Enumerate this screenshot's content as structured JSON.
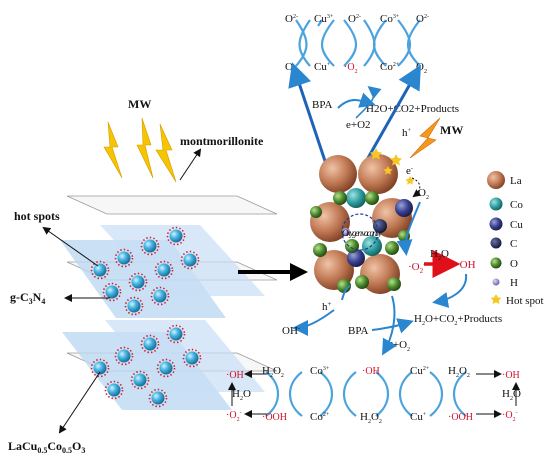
{
  "left": {
    "mw": "MW",
    "montmorillonite": "montmorillonite",
    "hot_spots": "hot spots",
    "gcn_main": "g-C",
    "gcn_sub": "3",
    "gcn_rest": "N",
    "gcn_sub2": "4",
    "lco_parts": [
      "LaCu",
      "0.5",
      "Co",
      "0.5",
      "O",
      "3"
    ]
  },
  "top_chain": {
    "top_labels": [
      "O",
      "Cu",
      "O",
      "Co",
      "O"
    ],
    "top_sups": [
      "2-",
      "3+",
      "2-",
      "3+",
      "2-"
    ],
    "bottom_labels": [
      "O",
      "Cu",
      "·O",
      "Co",
      "O"
    ],
    "bottom_subs": [
      "2",
      "+",
      "2",
      "2+",
      "2"
    ],
    "bpa": "BPA",
    "products": "H2O+CO2+Products",
    "e_o2": "e+O2"
  },
  "center": {
    "h_plus": "h+",
    "mw": "MW",
    "e_minus": "e-",
    "o2": "O2",
    "oxygen_vacancy": "Oxygen vacancy",
    "o2_radical": "·O2-",
    "h2o": "H2O",
    "oh_radical": "·OH",
    "oh_minus": "OH-",
    "h_plus2": "h+",
    "bpa": "BPA",
    "products": "H2O+CO2+Products",
    "e_o2": "e+O2"
  },
  "legend": {
    "items": [
      "La",
      "Co",
      "Cu",
      "C",
      "O",
      "H",
      "Hot spot"
    ],
    "colors": [
      "#b0603a",
      "#2f9ea0",
      "#3a3f6e",
      "#1d2350",
      "#4b8a2e",
      "#8a7ab8",
      "#f2c200"
    ]
  },
  "bottom_chain": {
    "left_top": "·OH",
    "left_h2o": "H2O",
    "left_bottom": "·O2",
    "top_labels": [
      "H2O2",
      "Co3+",
      "·OH",
      "Cu2+",
      "H2O2"
    ],
    "bottom_labels": [
      "·OOH",
      "Co2+",
      "H2O2",
      "Cu+",
      "·OOH"
    ],
    "right_top": "·OH",
    "right_h2o": "H2O",
    "right_bottom": "·O2"
  }
}
